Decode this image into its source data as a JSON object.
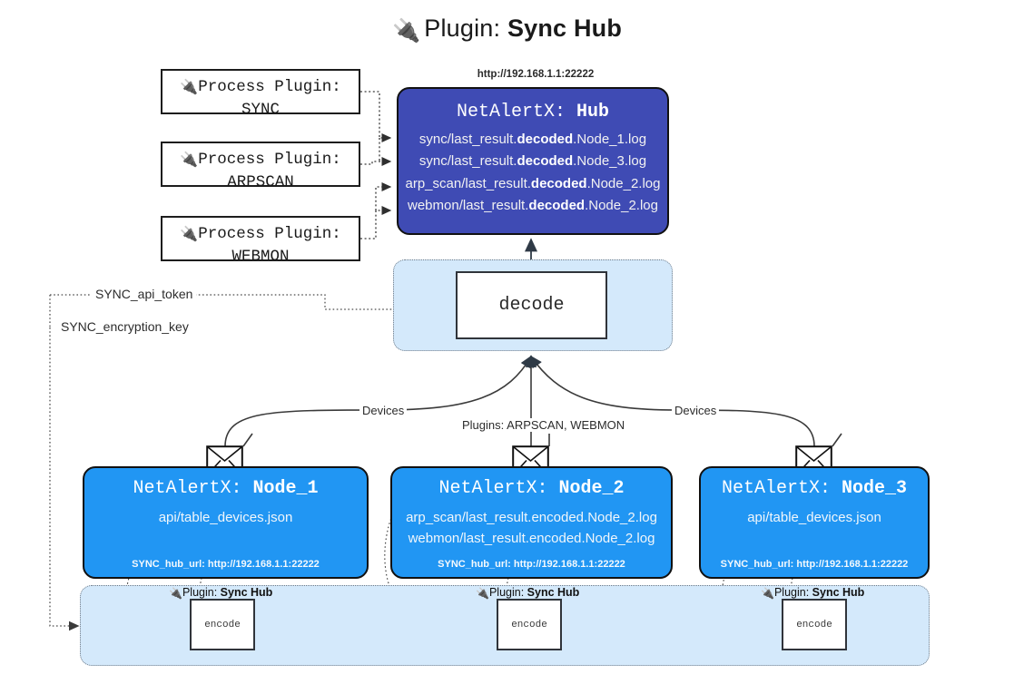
{
  "title": {
    "icon": "electric-plug-icon",
    "glyph": "🔌",
    "lead": "Plugin: ",
    "strong": "Sync Hub"
  },
  "process_plugins": [
    {
      "line1_prefix": "Process Plugin:",
      "line2": "SYNC",
      "glyph": "🔌"
    },
    {
      "line1_prefix": "Process Plugin:",
      "line2": "ARPSCAN",
      "glyph": "🔌"
    },
    {
      "line1_prefix": "Process Plugin:",
      "line2": "WEBMON",
      "glyph": "🔌"
    }
  ],
  "hub": {
    "url": "http://192.168.1.1:22222",
    "title_prefix": "NetAlertX: ",
    "title_name": "Hub",
    "color": "#3f4bb4",
    "logs": [
      {
        "pre": "sync/last_result.",
        "mid": "decoded",
        "post": ".Node_1.log"
      },
      {
        "pre": "sync/last_result.",
        "mid": "decoded",
        "post": ".Node_3.log"
      },
      {
        "pre": "arp_scan/last_result.",
        "mid": "decoded",
        "post": ".Node_2.log"
      },
      {
        "pre": "webmon/last_result.",
        "mid": "decoded",
        "post": ".Node_2.log"
      }
    ]
  },
  "decode": {
    "label": "decode",
    "container_color": "#d4e9fb"
  },
  "secrets": {
    "api_token": "SYNC_api_token",
    "encryption_key": "SYNC_encryption_key"
  },
  "edge_labels": {
    "devices_left": "Devices",
    "plugins_mid": "Plugins: ARPSCAN, WEBMON",
    "devices_right": "Devices"
  },
  "nodes": [
    {
      "title_prefix": "NetAlertX: ",
      "title_name": "Node_1",
      "color": "#2196f3",
      "lines": [
        "api/table_devices.json"
      ],
      "url_label": "SYNC_hub_url: http://192.168.1.1:22222"
    },
    {
      "title_prefix": "NetAlertX: ",
      "title_name": "Node_2",
      "color": "#2196f3",
      "lines": [
        "arp_scan/last_result.encoded.Node_2.log",
        "webmon/last_result.encoded.Node_2.log"
      ],
      "url_label": "SYNC_hub_url: http://192.168.1.1:22222"
    },
    {
      "title_prefix": "NetAlertX: ",
      "title_name": "Node_3",
      "color": "#2196f3",
      "lines": [
        "api/table_devices.json"
      ],
      "url_label": "SYNC_hub_url: http://192.168.1.1:22222"
    }
  ],
  "strip": {
    "container_color": "#d4e9fb",
    "items": [
      {
        "glyph": "🔌",
        "lead": "Plugin: ",
        "strong": "Sync Hub",
        "encode_label": "encode"
      },
      {
        "glyph": "🔌",
        "lead": "Plugin: ",
        "strong": "Sync Hub",
        "encode_label": "encode"
      },
      {
        "glyph": "🔌",
        "lead": "Plugin: ",
        "strong": "Sync Hub",
        "encode_label": "encode"
      }
    ]
  }
}
